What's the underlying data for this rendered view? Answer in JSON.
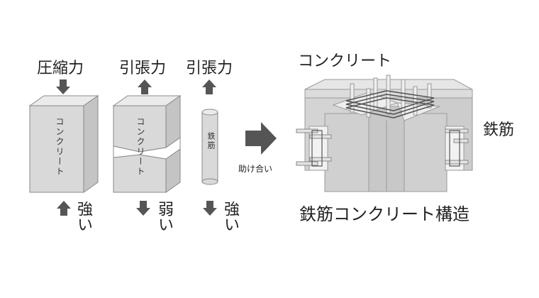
{
  "left": {
    "compression": {
      "title": "圧縮力",
      "body": "コンクリート",
      "strength": "強い"
    },
    "tension_concrete": {
      "title": "引張力",
      "body": "コンクリート",
      "strength": "弱い"
    },
    "tension_rebar": {
      "title": "引張力",
      "body": "鉄筋",
      "strength": "強い"
    }
  },
  "middle": {
    "label": "助け合い"
  },
  "right": {
    "concrete_label": "コンクリート",
    "rebar_label": "鉄筋",
    "caption": "鉄筋コンクリート構造"
  },
  "colors": {
    "arrow": "#555555",
    "block_front": "#d9d9d9",
    "block_top": "#e9e9e9",
    "block_side": "#c4c4c4",
    "outline": "#888888"
  }
}
